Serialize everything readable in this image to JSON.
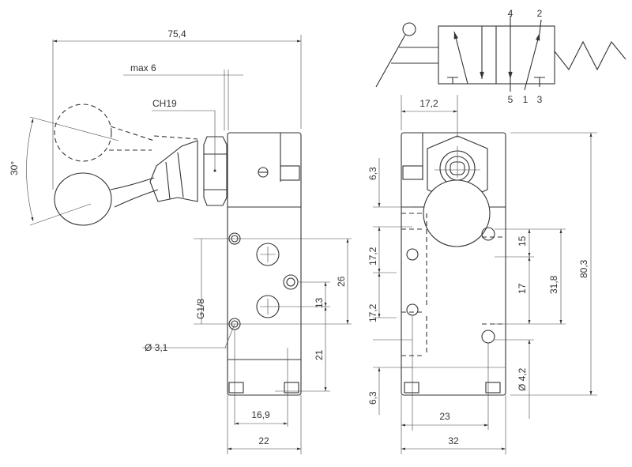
{
  "title": "3/2 valve lever actuated technical drawing",
  "symbol": {
    "ports": {
      "p4": "4",
      "p2": "2",
      "p5": "5",
      "p1": "1",
      "p3": "3"
    }
  },
  "side_view": {
    "overall_length": "75,4",
    "lever_offset": "max 6",
    "nut_size": "CH19",
    "lever_angle": "30°",
    "port_thread": "G1/8",
    "hole_diameter": "Ø 3,1",
    "dim_26": "26",
    "dim_13": "13",
    "dim_21": "21",
    "dim_16_9": "16,9",
    "width": "22"
  },
  "front_view": {
    "dim_top": "17,2",
    "dim_6_3_top": "6,3",
    "dim_17_2_a": "17,2",
    "dim_17_2_b": "17,2",
    "dim_6_3_bottom": "6,3",
    "dim_15": "15",
    "dim_17": "17",
    "dim_31_8": "31,8",
    "height": "80,3",
    "hole_diameter": "Ø 4,2",
    "dim_23": "23",
    "width": "32"
  }
}
